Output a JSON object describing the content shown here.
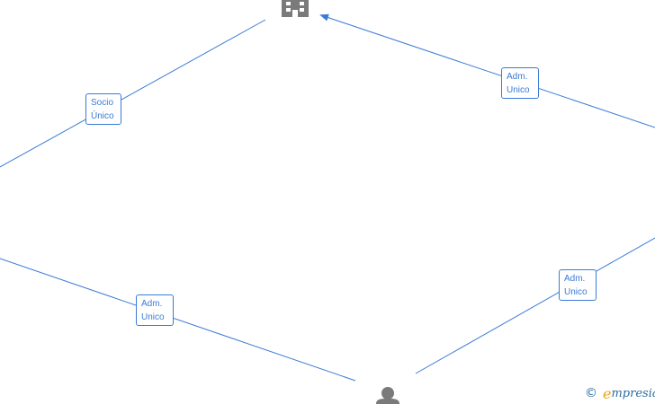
{
  "diagram": {
    "edge_color": "#3a7bd5",
    "node_color": "#7a7a7a",
    "nodes": [
      {
        "id": "company",
        "icon": "building-icon"
      },
      {
        "id": "person",
        "icon": "person-icon"
      }
    ],
    "edge_labels": {
      "socio_unico": {
        "line1": "Socio",
        "line2": "Único"
      },
      "adm_unico_1": {
        "line1": "Adm.",
        "line2": "Unico"
      },
      "adm_unico_2": {
        "line1": "Adm.",
        "line2": "Unico"
      },
      "adm_unico_3": {
        "line1": "Adm.",
        "line2": "Unico"
      }
    }
  },
  "watermark": {
    "copyright_symbol": "©",
    "brand_first_letter": "e",
    "brand_rest": "mpresia",
    "brand_color": "#2c6aa0",
    "accent_color": "#e8a317"
  }
}
